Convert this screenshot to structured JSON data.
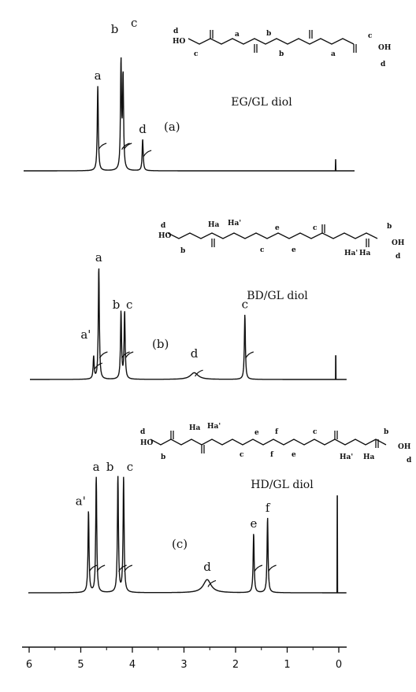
{
  "chart_data": {
    "type": "line",
    "x_axis": {
      "ticks": [
        "6",
        "5",
        "4",
        "3",
        "2",
        "1",
        "0"
      ],
      "tick_values": [
        6,
        5,
        4,
        3,
        2,
        1,
        0
      ],
      "range": [
        6.2,
        -0.1
      ],
      "reversed": true
    },
    "grid": false,
    "panels": [
      {
        "label": "(a)",
        "compound": "EG/GL diol",
        "peaks": [
          {
            "label": "a",
            "shift": 4.67,
            "height": 1.0
          },
          {
            "label": "b",
            "shift": 4.22,
            "height": 1.25
          },
          {
            "label": "c",
            "shift": 4.18,
            "height": 1.08
          },
          {
            "label": "d",
            "shift": 3.8,
            "height": 0.37
          }
        ],
        "structure_labels": [
          "d",
          "c",
          "a",
          "b",
          "b",
          "a",
          "c",
          "d",
          "HO",
          "OH"
        ]
      },
      {
        "label": "(b)",
        "compound": "BD/GL diol",
        "peaks": [
          {
            "label": "a'",
            "shift": 4.75,
            "height": 0.2
          },
          {
            "label": "a",
            "shift": 4.65,
            "height": 1.0
          },
          {
            "label": "b",
            "shift": 4.22,
            "height": 0.6
          },
          {
            "label": "c",
            "shift": 4.15,
            "height": 0.6
          },
          {
            "label": "d",
            "shift": 2.8,
            "height": 0.06
          },
          {
            "label": "c",
            "shift": 1.82,
            "height": 0.58
          }
        ],
        "structure_labels": [
          "d",
          "b",
          "Ha",
          "Ha'",
          "c",
          "e",
          "e",
          "c",
          "Ha'",
          "Ha",
          "b",
          "d",
          "HO",
          "OH"
        ]
      },
      {
        "label": "(c)",
        "compound": "HD/GL diol",
        "peaks": [
          {
            "label": "a'",
            "shift": 4.85,
            "height": 0.62
          },
          {
            "label": "a",
            "shift": 4.7,
            "height": 0.88
          },
          {
            "label": "b",
            "shift": 4.28,
            "height": 0.88
          },
          {
            "label": "c",
            "shift": 4.17,
            "height": 0.88
          },
          {
            "label": "d",
            "shift": 2.55,
            "height": 0.1
          },
          {
            "label": "e",
            "shift": 1.65,
            "height": 0.45
          },
          {
            "label": "f",
            "shift": 1.38,
            "height": 0.57
          }
        ],
        "structure_labels": [
          "d",
          "b",
          "Ha",
          "Ha'",
          "c",
          "e",
          "f",
          "f",
          "e",
          "c",
          "Ha'",
          "Ha",
          "b",
          "d",
          "HO",
          "OH"
        ]
      }
    ],
    "trace_color": "#111111"
  }
}
